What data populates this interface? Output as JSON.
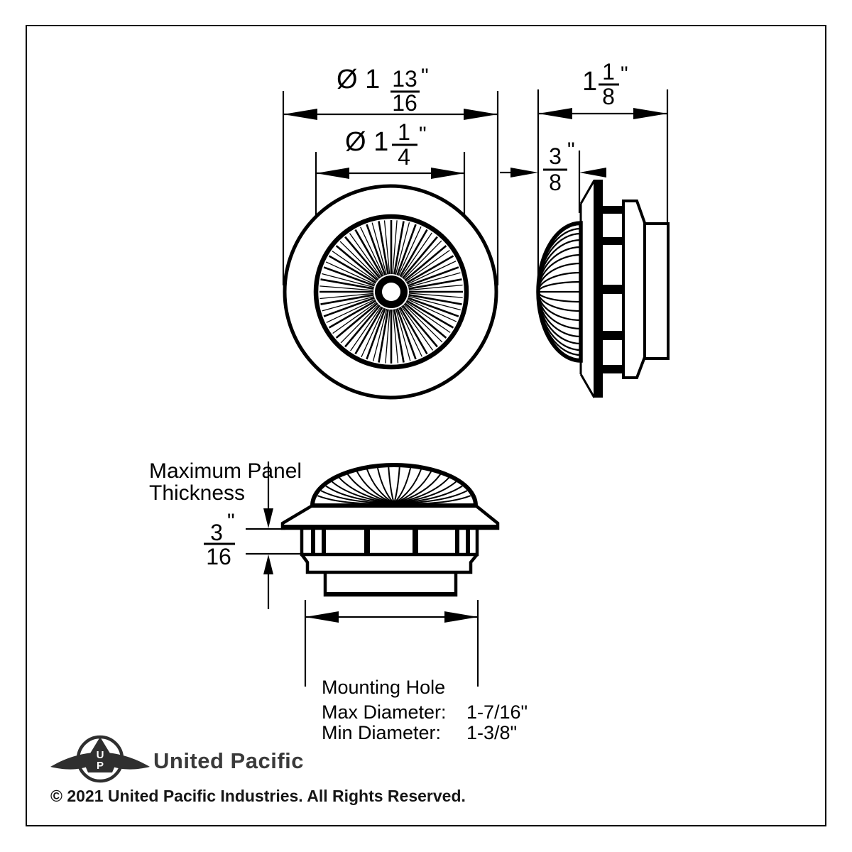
{
  "dims": {
    "front_outer": {
      "prefix": "Ø 1",
      "num": "13",
      "den": "16",
      "unit": "\""
    },
    "front_inner": {
      "prefix": "Ø 1",
      "num": "1",
      "den": "4",
      "unit": "\""
    },
    "side_depth": {
      "prefix": "1",
      "num": "1",
      "den": "8",
      "unit": "\""
    },
    "side_lens": {
      "num": "3",
      "den": "8",
      "unit": "\""
    },
    "panel": {
      "label1": "Maximum Panel",
      "label2": "Thickness",
      "num": "3",
      "den": "16",
      "unit": "\""
    },
    "mounting": {
      "title": "Mounting Hole",
      "max_label": "Max Diameter:",
      "max_value": "1-7/16\"",
      "min_label": "Min Diameter:",
      "min_value": "1-3/8\""
    }
  },
  "footer": {
    "brand": "United Pacific",
    "monogram_top": "U",
    "monogram_bottom": "P",
    "copyright": "© 2021 United Pacific Industries. All Rights Reserved."
  },
  "colors": {
    "line": "#000000",
    "background": "#ffffff",
    "brand_text": "#3a3a3a"
  }
}
